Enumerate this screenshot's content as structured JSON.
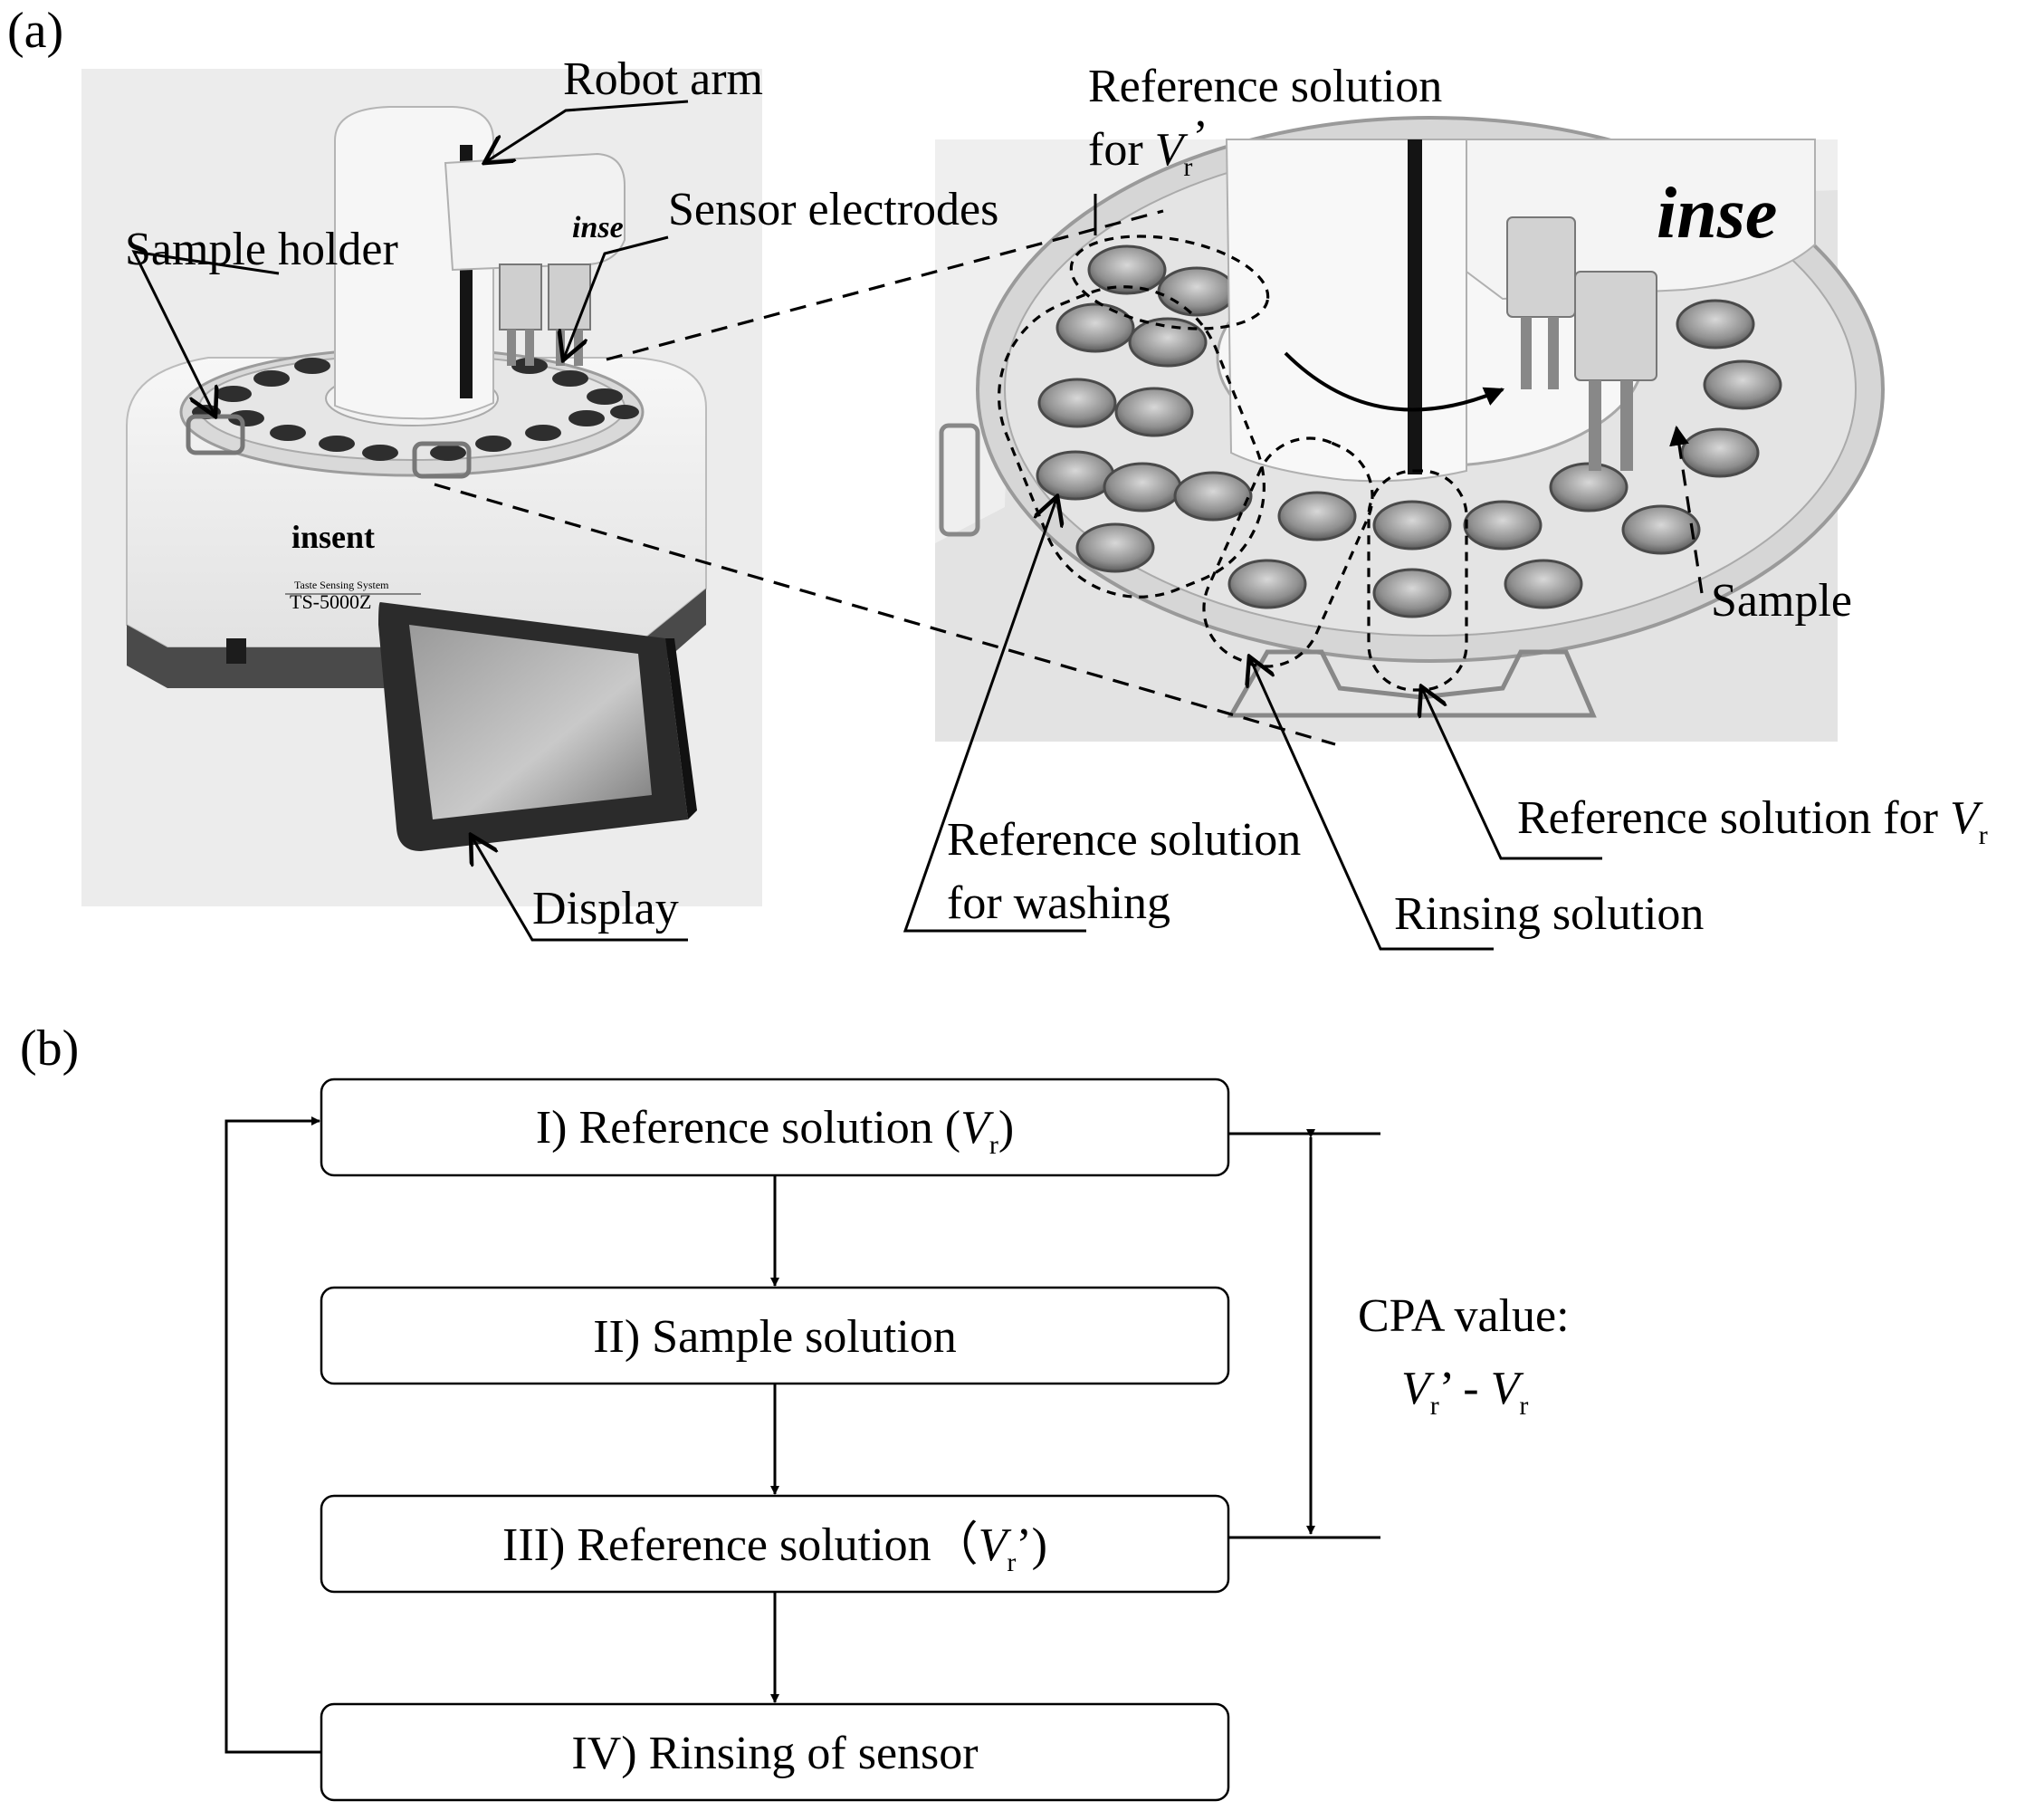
{
  "panel_a": {
    "tag": "(a)",
    "labels": {
      "robot_arm": "Robot arm",
      "sensor_electrodes": "Sensor electrodes",
      "sample_holder": "Sample holder",
      "display": "Display",
      "ref_vr_prime_line1": "Reference solution",
      "ref_vr_prime_line2_prefix": "for ",
      "ref_vr_prime_var": "V",
      "ref_vr_prime_sub": "r",
      "ref_vr_prime_mark": "’",
      "sample": "Sample",
      "ref_vr_prefix": "Reference solution for ",
      "ref_vr_var": "V",
      "ref_vr_sub": "r",
      "ref_washing_line1": "Reference solution",
      "ref_washing_line2": "for washing",
      "rinsing": "Rinsing solution"
    },
    "device_text": {
      "brand": "insent",
      "brand_arm": "inse",
      "brand_zoom": "inse",
      "model_caption": "Taste Sensing System",
      "model": "TS-5000Z"
    },
    "colors": {
      "photo_bg": "#ececec",
      "device_white": "#f4f4f4",
      "device_dark": "#3a3a3a",
      "cup": "#9a9a9a"
    }
  },
  "panel_b": {
    "tag": "(b)",
    "steps": [
      {
        "prefix": "I) Reference solution (",
        "var": "V",
        "sub": "r",
        "suffix": ")"
      },
      {
        "prefix": "II) Sample solution",
        "var": "",
        "sub": "",
        "suffix": ""
      },
      {
        "prefix": "III) Reference solution（",
        "var": "V",
        "sub": "r",
        "suffix": "’)"
      },
      {
        "prefix": "IV) Rinsing of sensor",
        "var": "",
        "sub": "",
        "suffix": ""
      }
    ],
    "cpa": {
      "title": "CPA value:",
      "var1": "V",
      "sub1": "r",
      "mark1": "’",
      "minus": " - ",
      "var2": "V",
      "sub2": "r"
    }
  }
}
